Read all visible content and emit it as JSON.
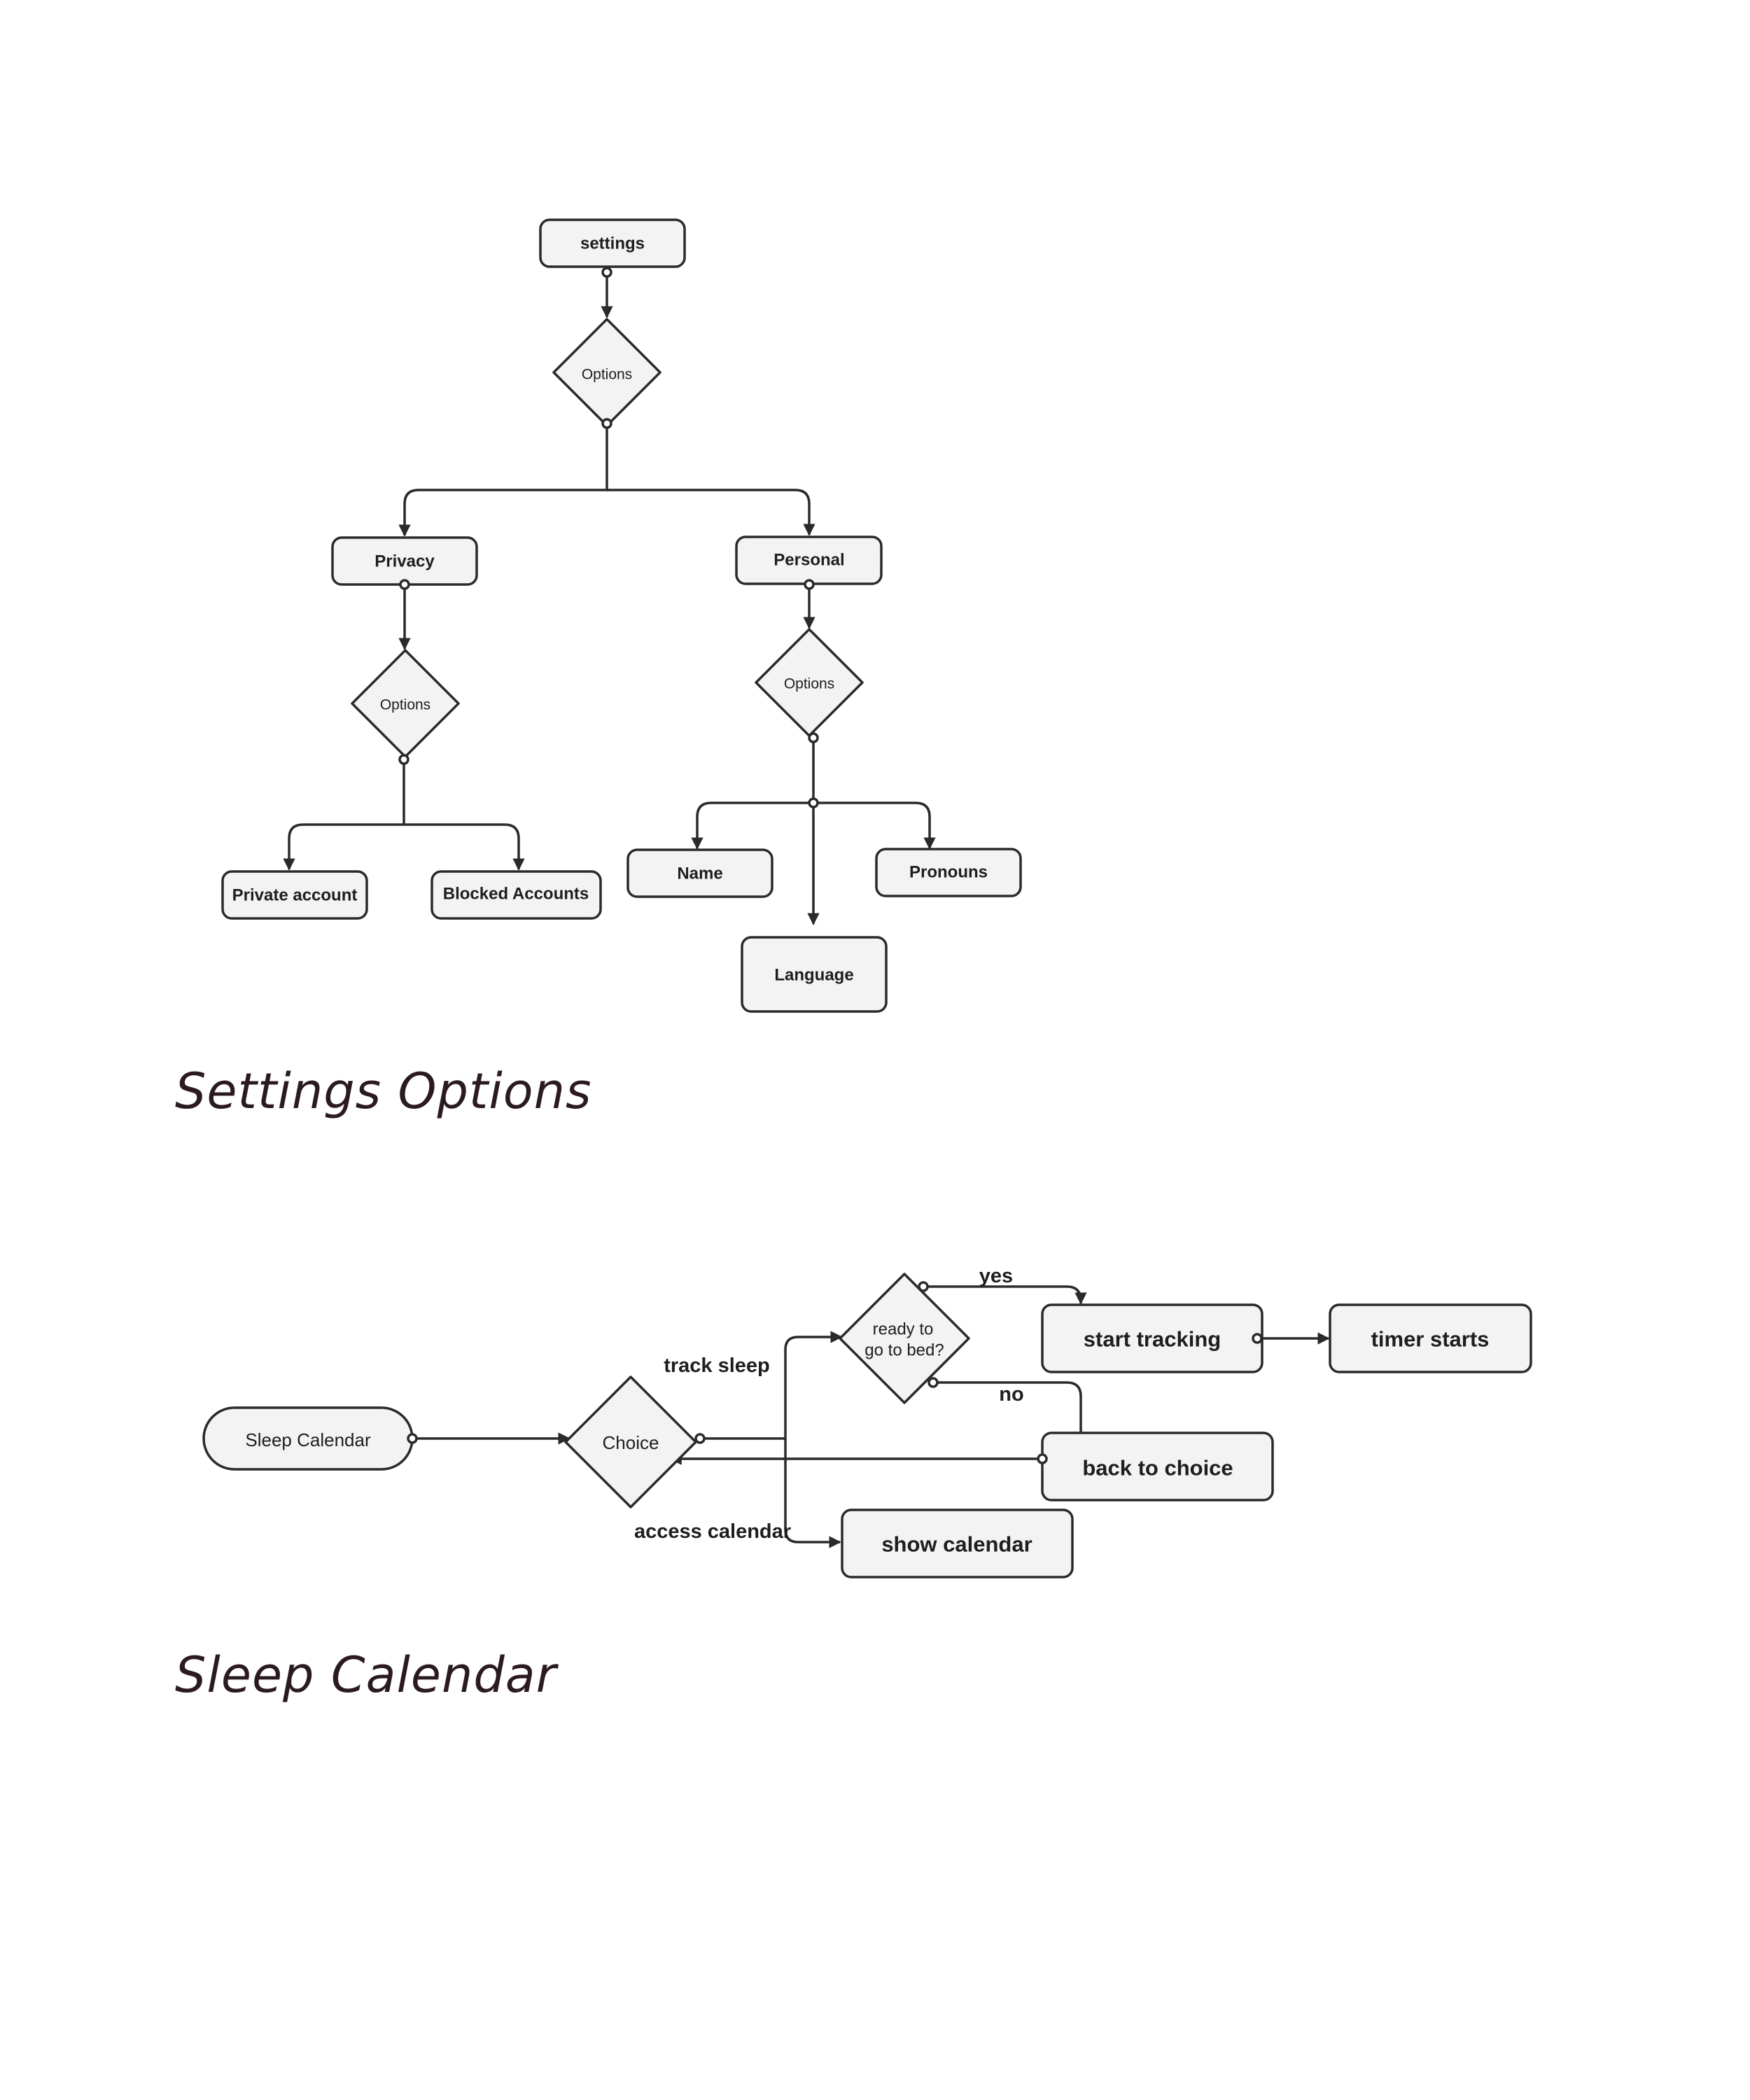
{
  "settings_diagram": {
    "heading": "Settings Options",
    "nodes": {
      "settings": "settings",
      "options_main": "Options",
      "privacy": "Privacy",
      "personal": "Personal",
      "options_privacy": "Options",
      "options_personal": "Options",
      "private_account": "Private account",
      "blocked_accounts": "Blocked Accounts",
      "name": "Name",
      "pronouns": "Pronouns",
      "language": "Language"
    }
  },
  "sleep_diagram": {
    "heading": "Sleep Calendar",
    "nodes": {
      "sleep_calendar": "Sleep Calendar",
      "choice": "Choice",
      "ready_line1": "ready to",
      "ready_line2": "go to bed?",
      "start_tracking": "start tracking",
      "timer_starts": "timer starts",
      "back_to_choice": "back to choice",
      "show_calendar": "show calendar"
    },
    "edge_labels": {
      "yes": "yes",
      "no": "no",
      "track_sleep": "track sleep",
      "access_calendar": "access calendar"
    }
  }
}
